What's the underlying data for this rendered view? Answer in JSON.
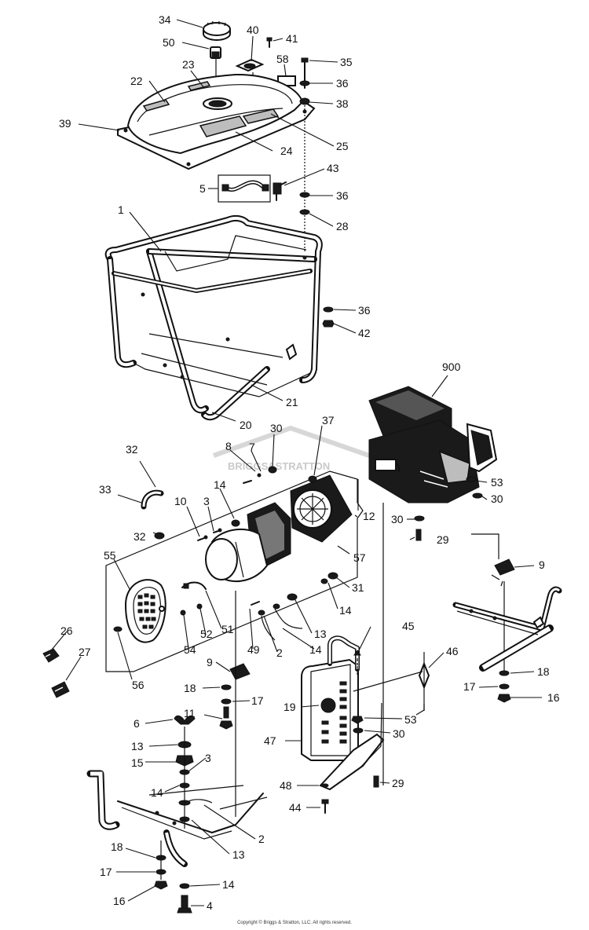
{
  "diagram": {
    "watermark": "BRIGGS&STRATTON",
    "copyright": "Copyright © Briggs & Stratton, LLC. All rights reserved.",
    "callouts": [
      {
        "id": "c34",
        "text": "34"
      },
      {
        "id": "c50",
        "text": "50"
      },
      {
        "id": "c40",
        "text": "40"
      },
      {
        "id": "c41",
        "text": "41"
      },
      {
        "id": "c23",
        "text": "23"
      },
      {
        "id": "c22",
        "text": "22"
      },
      {
        "id": "c58",
        "text": "58"
      },
      {
        "id": "c35",
        "text": "35"
      },
      {
        "id": "c36a",
        "text": "36"
      },
      {
        "id": "c38",
        "text": "38"
      },
      {
        "id": "c39",
        "text": "39"
      },
      {
        "id": "c24",
        "text": "24"
      },
      {
        "id": "c25",
        "text": "25"
      },
      {
        "id": "c43",
        "text": "43"
      },
      {
        "id": "c5",
        "text": "5"
      },
      {
        "id": "c36b",
        "text": "36"
      },
      {
        "id": "c28",
        "text": "28"
      },
      {
        "id": "c1",
        "text": "1"
      },
      {
        "id": "c36c",
        "text": "36"
      },
      {
        "id": "c42",
        "text": "42"
      },
      {
        "id": "c900",
        "text": "900"
      },
      {
        "id": "c21",
        "text": "21"
      },
      {
        "id": "c20",
        "text": "20"
      },
      {
        "id": "c37",
        "text": "37"
      },
      {
        "id": "c32a",
        "text": "32"
      },
      {
        "id": "c8",
        "text": "8"
      },
      {
        "id": "c7",
        "text": "7"
      },
      {
        "id": "c30a",
        "text": "30"
      },
      {
        "id": "c33",
        "text": "33"
      },
      {
        "id": "c14a",
        "text": "14"
      },
      {
        "id": "c10",
        "text": "10"
      },
      {
        "id": "c3a",
        "text": "3"
      },
      {
        "id": "c12",
        "text": "12"
      },
      {
        "id": "c53a",
        "text": "53"
      },
      {
        "id": "c30b",
        "text": "30"
      },
      {
        "id": "c32b",
        "text": "32"
      },
      {
        "id": "c30c",
        "text": "30"
      },
      {
        "id": "c29a",
        "text": "29"
      },
      {
        "id": "c55",
        "text": "55"
      },
      {
        "id": "c57",
        "text": "57"
      },
      {
        "id": "c9a",
        "text": "9"
      },
      {
        "id": "c31",
        "text": "31"
      },
      {
        "id": "c14b",
        "text": "14"
      },
      {
        "id": "c52",
        "text": "52"
      },
      {
        "id": "c51",
        "text": "51"
      },
      {
        "id": "c54",
        "text": "54"
      },
      {
        "id": "c13a",
        "text": "13"
      },
      {
        "id": "c45",
        "text": "45"
      },
      {
        "id": "c26",
        "text": "26"
      },
      {
        "id": "c49",
        "text": "49"
      },
      {
        "id": "c2a",
        "text": "2"
      },
      {
        "id": "c14c",
        "text": "14"
      },
      {
        "id": "c27",
        "text": "27"
      },
      {
        "id": "c46",
        "text": "46"
      },
      {
        "id": "c56",
        "text": "56"
      },
      {
        "id": "c9b",
        "text": "9"
      },
      {
        "id": "c18a",
        "text": "18"
      },
      {
        "id": "c17a",
        "text": "17"
      },
      {
        "id": "c18b",
        "text": "18"
      },
      {
        "id": "c17b",
        "text": "17"
      },
      {
        "id": "c16a",
        "text": "16"
      },
      {
        "id": "c19",
        "text": "19"
      },
      {
        "id": "c11",
        "text": "11"
      },
      {
        "id": "c53b",
        "text": "53"
      },
      {
        "id": "c30d",
        "text": "30"
      },
      {
        "id": "c6",
        "text": "6"
      },
      {
        "id": "c47",
        "text": "47"
      },
      {
        "id": "c13b",
        "text": "13"
      },
      {
        "id": "c15",
        "text": "15"
      },
      {
        "id": "c3b",
        "text": "3"
      },
      {
        "id": "c48",
        "text": "48"
      },
      {
        "id": "c29b",
        "text": "29"
      },
      {
        "id": "c14d",
        "text": "14"
      },
      {
        "id": "c44",
        "text": "44"
      },
      {
        "id": "c2b",
        "text": "2"
      },
      {
        "id": "c13c",
        "text": "13"
      },
      {
        "id": "c18c",
        "text": "18"
      },
      {
        "id": "c17c",
        "text": "17"
      },
      {
        "id": "c14e",
        "text": "14"
      },
      {
        "id": "c16b",
        "text": "16"
      },
      {
        "id": "c4",
        "text": "4"
      }
    ]
  }
}
